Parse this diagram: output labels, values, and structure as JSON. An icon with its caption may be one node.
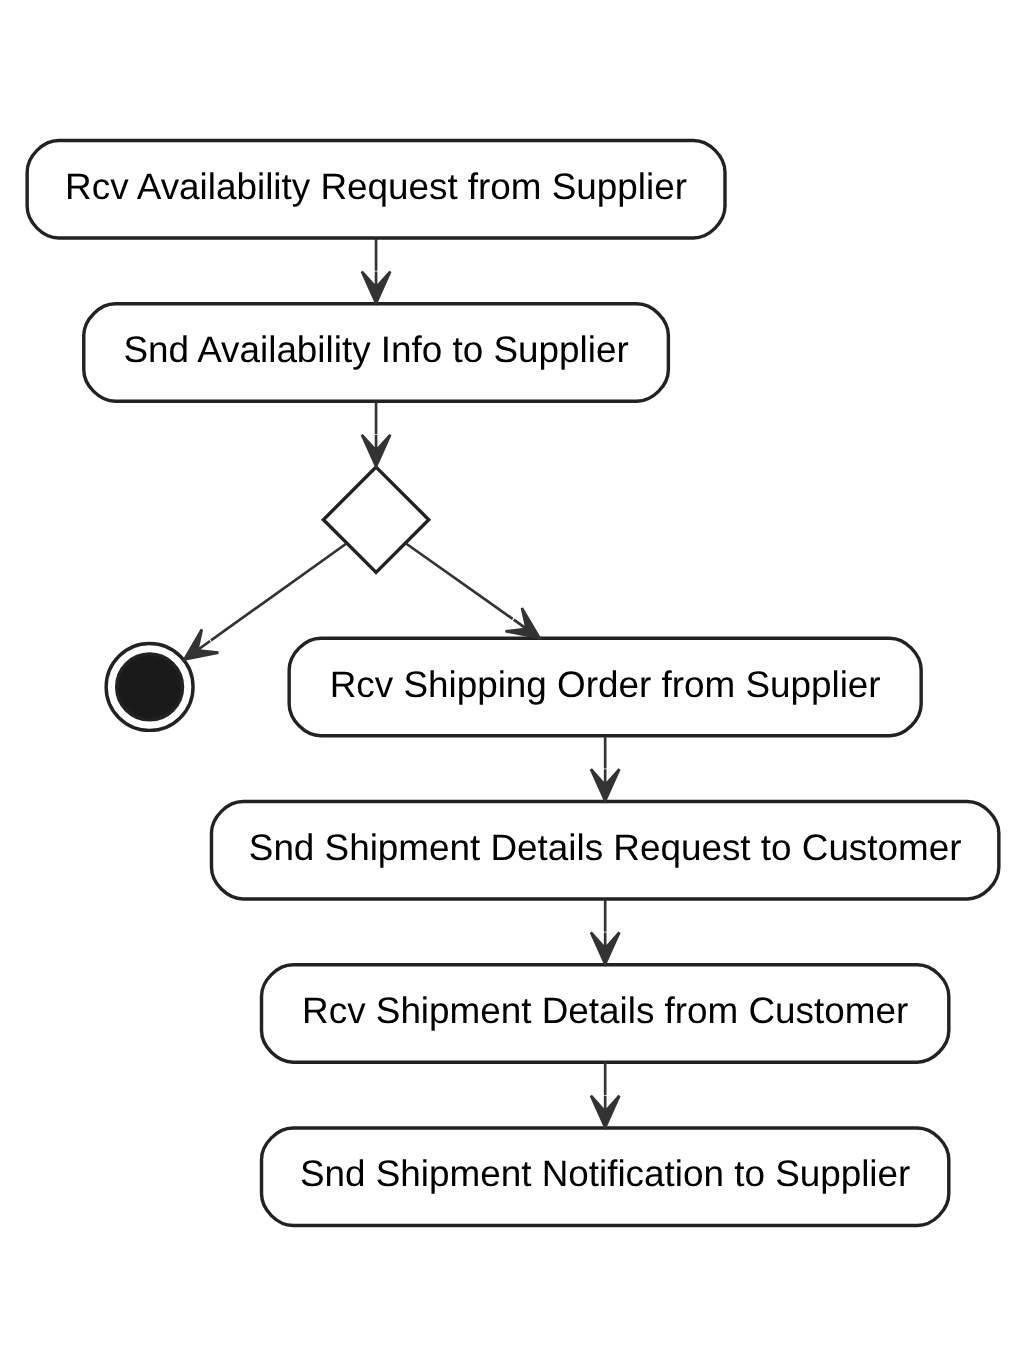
{
  "diagram": {
    "nodes": [
      {
        "text": [
          "Rcv Availability Request from Supplier"
        ]
      },
      {
        "text": [
          "Snd Availability Info to Supplier"
        ]
      },
      {
        "text": [],
        "shape": "diamond"
      },
      {
        "text": [],
        "shape": "circle"
      },
      {
        "text": [
          "Rcv Shipping Order from Supplier"
        ]
      },
      {
        "text": [
          "Snd Shipment Details Request to Customer"
        ]
      },
      {
        "text": [
          "Rcv Shipment Details from Customer"
        ]
      },
      {
        "text": [
          "Snd Shipment Notification to Supplier"
        ]
      }
    ],
    "edges": [
      {
        "from": 0,
        "to": 1,
        "arrow": "to"
      },
      {
        "from": 1,
        "to": 2,
        "arrow": "to"
      },
      {
        "from": 2,
        "to": 3,
        "arrow": "to"
      },
      {
        "from": 2,
        "to": 4,
        "arrow": "to"
      },
      {
        "from": 4,
        "to": 5,
        "arrow": "to"
      },
      {
        "from": 5,
        "to": 6,
        "arrow": "to"
      },
      {
        "from": 6,
        "to": 7,
        "arrow": "to"
      }
    ]
  }
}
